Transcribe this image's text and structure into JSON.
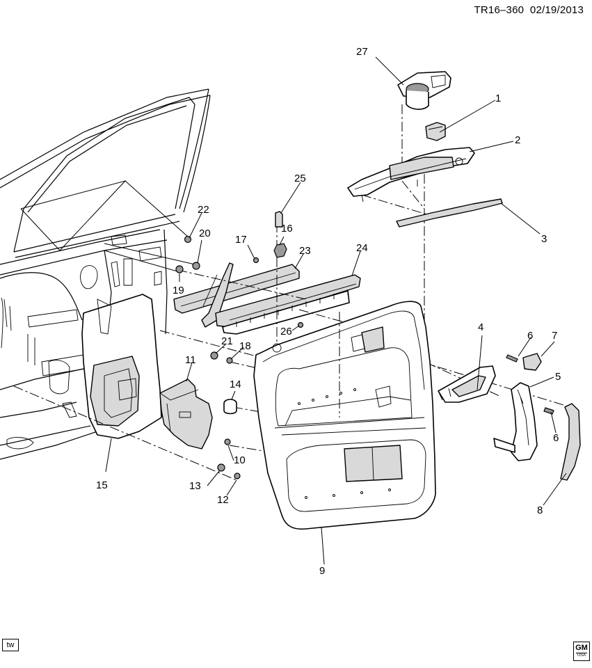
{
  "document": {
    "id": "TR16–360",
    "date": "02/19/2013",
    "corner_label": "tw",
    "logo": {
      "text": "GM",
      "subtext": "USA"
    }
  },
  "callouts": [
    {
      "id": "c1",
      "label": "1"
    },
    {
      "id": "c2",
      "label": "2"
    },
    {
      "id": "c3",
      "label": "3"
    },
    {
      "id": "c4",
      "label": "4"
    },
    {
      "id": "c5",
      "label": "5"
    },
    {
      "id": "c6a",
      "label": "6"
    },
    {
      "id": "c6b",
      "label": "6"
    },
    {
      "id": "c7",
      "label": "7"
    },
    {
      "id": "c8",
      "label": "8"
    },
    {
      "id": "c9",
      "label": "9"
    },
    {
      "id": "c10",
      "label": "10"
    },
    {
      "id": "c11",
      "label": "11"
    },
    {
      "id": "c12",
      "label": "12"
    },
    {
      "id": "c13",
      "label": "13"
    },
    {
      "id": "c14",
      "label": "14"
    },
    {
      "id": "c15",
      "label": "15"
    },
    {
      "id": "c16",
      "label": "16"
    },
    {
      "id": "c17",
      "label": "17"
    },
    {
      "id": "c18",
      "label": "18"
    },
    {
      "id": "c19",
      "label": "19"
    },
    {
      "id": "c20",
      "label": "20"
    },
    {
      "id": "c21",
      "label": "21"
    },
    {
      "id": "c22",
      "label": "22"
    },
    {
      "id": "c23",
      "label": "23"
    },
    {
      "id": "c24",
      "label": "24"
    },
    {
      "id": "c25",
      "label": "25"
    },
    {
      "id": "c26",
      "label": "26"
    },
    {
      "id": "c27",
      "label": "27"
    }
  ]
}
